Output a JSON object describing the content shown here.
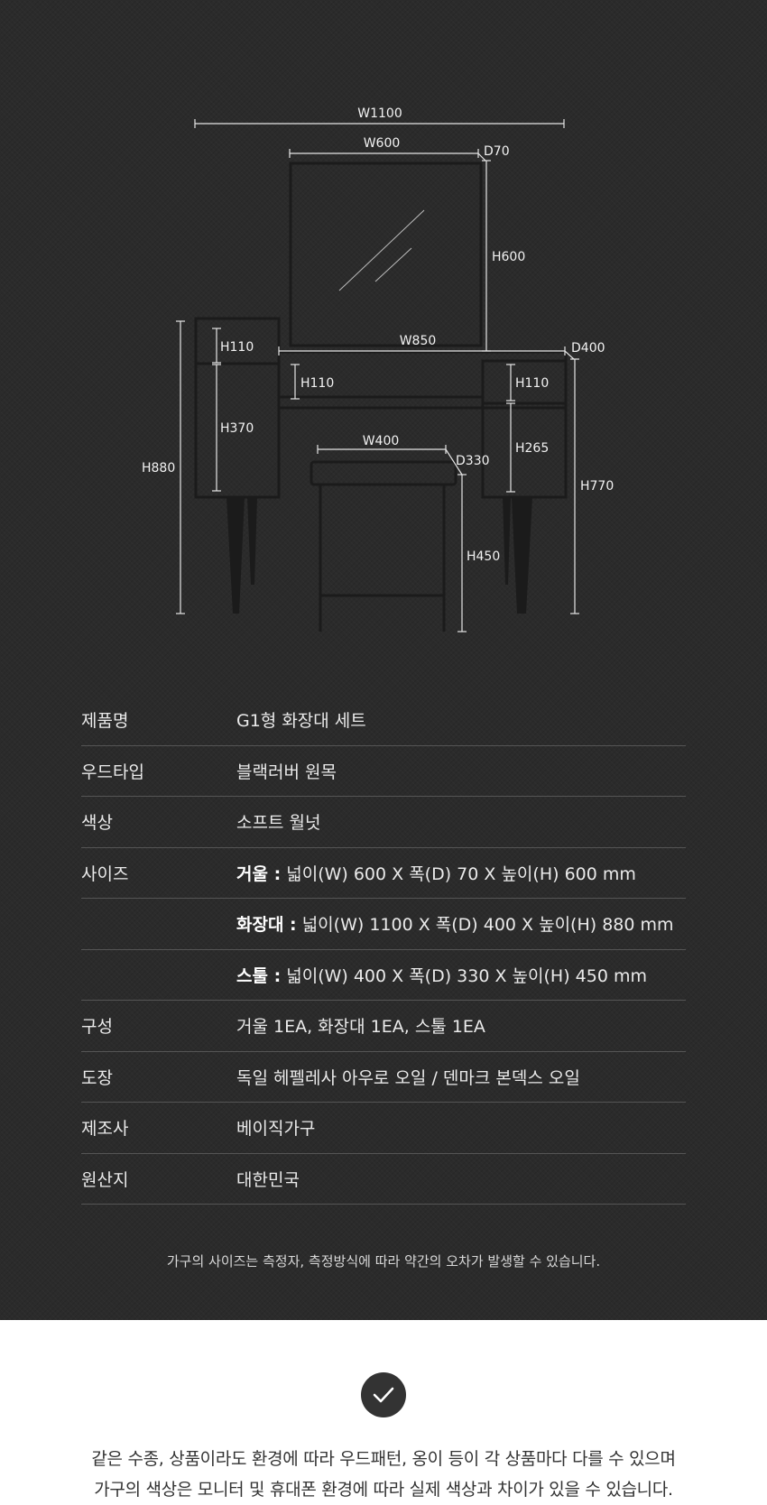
{
  "dimensions": {
    "w1100": "W1100",
    "w600": "W600",
    "d70": "D70",
    "h600": "H600",
    "w850": "W850",
    "d400": "D400",
    "h110_left": "H110",
    "h370": "H370",
    "h880": "H880",
    "h110_center": "H110",
    "h110_right": "H110",
    "h265": "H265",
    "h770": "H770",
    "w400": "W400",
    "d330": "D330",
    "h450": "H450"
  },
  "specs": [
    {
      "label": "제품명",
      "value": "G1형 화장대 세트"
    },
    {
      "label": "우드타입",
      "value": "블랙러버 원목"
    },
    {
      "label": "색상",
      "value": "소프트 월넛"
    },
    {
      "label": "사이즈",
      "bold": "거울 :",
      "value": "넓이(W) 600 X 폭(D) 70 X 높이(H) 600 mm"
    },
    {
      "label": "",
      "bold": "화장대 :",
      "value": "넓이(W) 1100 X 폭(D) 400 X 높이(H) 880 mm"
    },
    {
      "label": "",
      "bold": "스툴 :",
      "value": "넓이(W) 400 X 폭(D) 330 X 높이(H) 450 mm"
    },
    {
      "label": "구성",
      "value": "거울 1EA, 화장대 1EA, 스툴 1EA"
    },
    {
      "label": "도장",
      "value": "독일 헤펠레사 아우로 오일 / 덴마크 본덱스 오일"
    },
    {
      "label": "제조사",
      "value": "베이직가구"
    },
    {
      "label": "원산지",
      "value": "대한민국"
    }
  ],
  "note": "가구의 사이즈는 측정자, 측정방식에 따라 약간의 오차가 발생할 수 있습니다.",
  "check_icon": "check-circle-icon",
  "notice": {
    "line1": "같은 수종, 상품이라도 환경에 따라 우드패턴, 옹이 등이 각 상품마다 다를 수 있으며",
    "line2": "가구의 색상은 모니터 및 휴대폰 환경에 따라 실제 색상과 차이가 있을 수 있습니다."
  },
  "colors": {
    "background_dark": "#2b2b2b",
    "divider": "#555555"
  }
}
